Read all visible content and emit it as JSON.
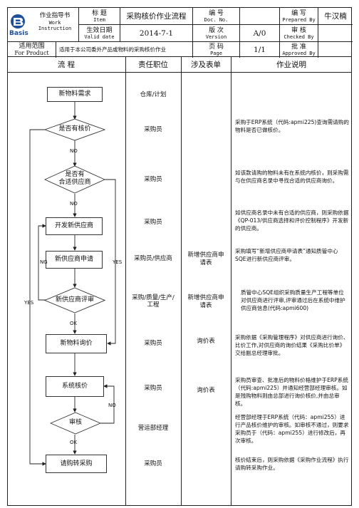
{
  "header": {
    "doc_type_cn": "作业指导书",
    "doc_type_en1": "Work",
    "doc_type_en2": "Instruction",
    "logo_text": "Basis",
    "item_label_cn": "标  题",
    "item_label_en": "Item",
    "item_value": "采购核价作业流程",
    "docno_label_cn": "编  号",
    "docno_label_en": "Doc. No.",
    "docno_value": "",
    "prepared_label_cn": "编  写",
    "prepared_label_en": "Prepared By",
    "prepared_value": "牛汉楠",
    "valid_label_cn": "生效日期",
    "valid_label_en": "Valid date",
    "valid_value": "2014-7-1",
    "version_label_cn": "版  次",
    "version_label_en": "Version",
    "version_value": "A/0",
    "checked_label_cn": "审  核",
    "checked_label_en": "Checked By",
    "checked_value": "",
    "scope_label_cn": "适用范围",
    "scope_label_en": "For Product",
    "scope_value": "适用于本公司委外产品或物料的采购核价作业",
    "page_label_cn": "页  码",
    "page_label_en": "Page",
    "page_value": "1/1",
    "approved_label_cn": "批  准",
    "approved_label_en": "Approved By",
    "approved_value": ""
  },
  "columns": {
    "flow": "流  程",
    "resp": "责任职位",
    "forms": "涉及表单",
    "desc": "作业说明"
  },
  "flow": {
    "n1": "新物料需求",
    "n2": "是否有核价",
    "n3a": "是否有",
    "n3b": "合适供应商",
    "n4": "开发新供应商",
    "n5": "新供应商申请",
    "n6": "新供应商评审",
    "n7": "新物料询价",
    "n8": "系统核价",
    "n9": "审核",
    "n10": "请购转采购",
    "no1": "NO",
    "no2": "NO",
    "ng": "NG",
    "yes1": "YES",
    "yes2": "YES",
    "ok1": "OK",
    "no3": "NO",
    "ok2": "OK"
  },
  "resp": {
    "r1": "仓库/计划",
    "r2": "采购员",
    "r3": "采购员",
    "r4": "采购员",
    "r5": "采购员/供应商",
    "r6a": "采购/质量/生产/",
    "r6b": "工程",
    "r7": "采购员",
    "r8": "采购员",
    "r9": "营运部经理",
    "r10": "采购员"
  },
  "forms": {
    "f5a": "新增供应商申",
    "f5b": "请表",
    "f6a": "新增供应商申",
    "f6b": "请表",
    "f7": "询价表",
    "f8": "询价表"
  },
  "notes": {
    "d2": "采购于ERP系统（代码:apmi225)查询需请购的物料是否已做核价。",
    "d3": "如该款请购的物料未有在系统内核价，则采购需与在供应商名录中寻找合适的供应商询价。",
    "d4": "如供应商名录中未有合适的供应商，则采购依据《QP-013/供应商选择和评价控制程序》开发新的供应商。",
    "d5": "采购填写“新增供应商申请表”通知质管中心SQE进行新供应商评审。",
    "d6": "质管中心SQE组织采购质量生产工程等单位对供应商进行评审,评审通过后在系统中维护供应商信息(代码:apmi600)",
    "d7": "采购依据《采购管理程序》对供应商进行询价、比价工作,对供应商的询价结果《采购比价单》交给副总经理审批。",
    "d8": "采购员审查、批准后的物料价格维护于ERP系统（代码:apmi225）并通知经营部经理审核。如是残购物料则由总部进行询价核价,并由总审核。",
    "d9": "经营部经理于ERP系统（代码：apmi255）进行产品核价维护的审核。如审核不通过，则要求采购员于（代码：apmi255）进行修改后，再次审核。",
    "d10": "核价结束后，则采购依据《采购作业流程》执行请购转采购作业。"
  }
}
